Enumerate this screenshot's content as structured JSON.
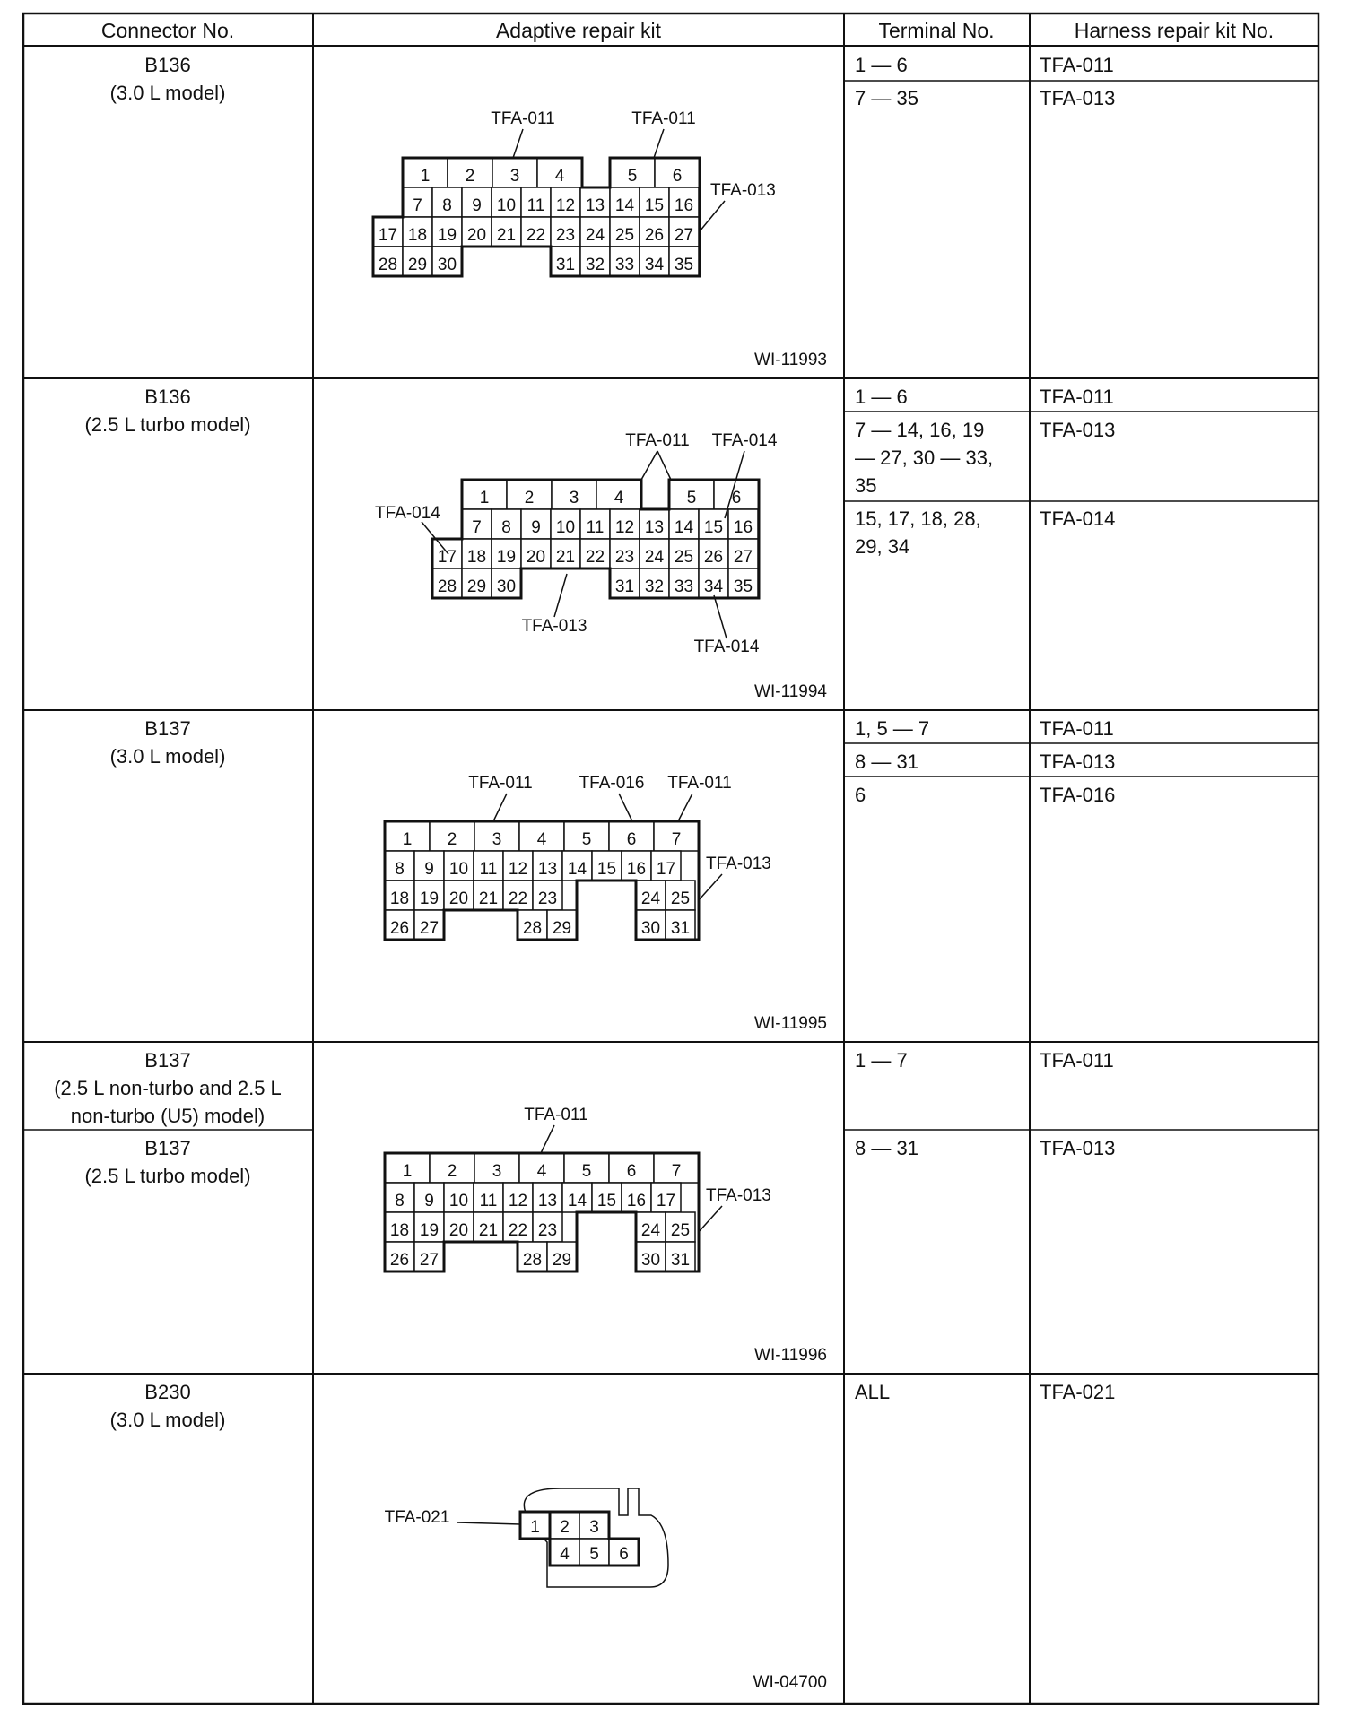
{
  "table": {
    "headers": [
      "Connector No.",
      "Adaptive repair kit",
      "Terminal No.",
      "Harness repair kit No."
    ],
    "rows": [
      {
        "connector_lines": [
          "B136",
          "(3.0 L model)"
        ],
        "figure": "WI-11993",
        "terminals": [
          {
            "terminal": [
              "1 — 6"
            ],
            "kit": "TFA-011"
          },
          {
            "terminal": [
              "7 — 35"
            ],
            "kit": "TFA-013"
          }
        ]
      },
      {
        "connector_lines": [
          "B136",
          "(2.5 L turbo model)"
        ],
        "figure": "WI-11994",
        "terminals": [
          {
            "terminal": [
              "1 — 6"
            ],
            "kit": "TFA-011"
          },
          {
            "terminal": [
              "7 — 14, 16, 19",
              "— 27, 30 — 33,",
              "35"
            ],
            "kit": "TFA-013"
          },
          {
            "terminal": [
              "15, 17, 18, 28,",
              "29, 34"
            ],
            "kit": "TFA-014"
          }
        ]
      },
      {
        "connector_lines": [
          "B137",
          "(3.0 L model)"
        ],
        "figure": "WI-11995",
        "terminals": [
          {
            "terminal": [
              "1, 5 — 7"
            ],
            "kit": "TFA-011"
          },
          {
            "terminal": [
              "8 — 31"
            ],
            "kit": "TFA-013"
          },
          {
            "terminal": [
              "6"
            ],
            "kit": "TFA-016"
          }
        ]
      },
      {
        "connector_lines": [
          "B137",
          "(2.5 L non-turbo and 2.5 L",
          "non-turbo (U5) model)"
        ],
        "connector_lines_b": [
          "B137",
          "(2.5 L turbo model)"
        ],
        "figure": "WI-11996",
        "terminals": [
          {
            "terminal": [
              "1 — 7"
            ],
            "kit": "TFA-011"
          },
          {
            "terminal": [
              "8 — 31"
            ],
            "kit": "TFA-013"
          }
        ]
      },
      {
        "connector_lines": [
          "B230",
          "(3.0 L model)"
        ],
        "figure": "WI-04700",
        "terminals": [
          {
            "terminal": [
              "ALL"
            ],
            "kit": "TFA-021"
          }
        ]
      }
    ]
  },
  "diagrams": {
    "d1": {
      "callouts": [
        "TFA-011",
        "TFA-011",
        "TFA-013"
      ],
      "top_left": [
        "1",
        "2",
        "3",
        "4"
      ],
      "top_right": [
        "5",
        "6"
      ],
      "row2": [
        "7",
        "8",
        "9",
        "10",
        "11",
        "12",
        "13",
        "14",
        "15",
        "16"
      ],
      "row3": [
        "17",
        "18",
        "19",
        "20",
        "21",
        "22",
        "23",
        "24",
        "25",
        "26",
        "27"
      ],
      "row4_left": [
        "28",
        "29",
        "30"
      ],
      "row4_right": [
        "31",
        "32",
        "33",
        "34",
        "35"
      ]
    },
    "d2": {
      "callouts": [
        "TFA-011",
        "TFA-014",
        "TFA-014",
        "TFA-013",
        "TFA-014"
      ],
      "top_left": [
        "1",
        "2",
        "3",
        "4"
      ],
      "top_right": [
        "5",
        "6"
      ],
      "row2": [
        "7",
        "8",
        "9",
        "10",
        "11",
        "12",
        "13",
        "14",
        "15",
        "16"
      ],
      "row3": [
        "17",
        "18",
        "19",
        "20",
        "21",
        "22",
        "23",
        "24",
        "25",
        "26",
        "27"
      ],
      "row4_left": [
        "28",
        "29",
        "30"
      ],
      "row4_right": [
        "31",
        "32",
        "33",
        "34",
        "35"
      ]
    },
    "d3": {
      "callouts": [
        "TFA-011",
        "TFA-016",
        "TFA-011",
        "TFA-013"
      ],
      "row1": [
        "1",
        "2",
        "3",
        "4",
        "5",
        "6",
        "7"
      ],
      "row2": [
        "8",
        "9",
        "10",
        "11",
        "12",
        "13",
        "14",
        "15",
        "16",
        "17"
      ],
      "row3": [
        "18",
        "19",
        "20",
        "21",
        "22",
        "23",
        "24",
        "25"
      ],
      "row4": [
        "26",
        "27",
        "28",
        "29",
        "30",
        "31"
      ]
    },
    "d4": {
      "callouts": [
        "TFA-011",
        "TFA-013"
      ],
      "row1": [
        "1",
        "2",
        "3",
        "4",
        "5",
        "6",
        "7"
      ],
      "row2": [
        "8",
        "9",
        "10",
        "11",
        "12",
        "13",
        "14",
        "15",
        "16",
        "17"
      ],
      "row3": [
        "18",
        "19",
        "20",
        "21",
        "22",
        "23",
        "24",
        "25"
      ],
      "row4": [
        "26",
        "27",
        "28",
        "29",
        "30",
        "31"
      ]
    },
    "d5": {
      "callouts": [
        "TFA-021"
      ],
      "cells": [
        "1",
        "2",
        "3",
        "4",
        "5",
        "6"
      ]
    }
  }
}
